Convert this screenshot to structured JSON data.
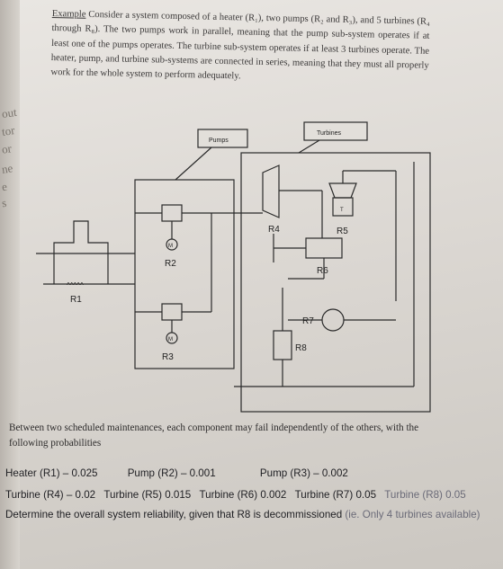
{
  "intro": {
    "example_word": "Example",
    "text": " Consider a system composed of a heater (R₁), two pumps (R₂ and R₃), and 5 turbines (R₄ through R₈). The two pumps work in parallel, meaning that the pump sub-system operates if at least one of the pumps operates. The turbine sub-system operates if at least 3 turbines operate. The heater, pump, and turbine sub-systems are connected in series, meaning that they must all properly work for the whole system to perform adequately."
  },
  "diagram": {
    "pumps_box": "Pumps",
    "turbines_box": "Turbines",
    "labels": {
      "r1": "R1",
      "r2": "R2",
      "r3": "R3",
      "r4": "R4",
      "r5": "R5",
      "r6": "R6",
      "r7": "R7",
      "r8": "R8",
      "motor": "M",
      "heater_coil": "^^^^^",
      "turbine_t": "T"
    }
  },
  "between": "Between two scheduled maintenances, each component may fail independently of the others, with the following probabilities",
  "probabilities": {
    "line1": [
      "Heater (R1) – 0.025",
      "Pump (R2) – 0.001",
      "Pump (R3) – 0.002"
    ],
    "line2": [
      "Turbine (R4) – 0.02",
      "Turbine (R5) 0.015",
      "Turbine (R6) 0.002",
      "Turbine (R7) 0.05",
      "Turbine (R8) 0.05"
    ]
  },
  "question": {
    "main": "Determine the overall system reliability, given that R8 is decommissioned",
    "note": " (ie. Only 4 turbines available)"
  },
  "margin_chars": [
    "out",
    "tor",
    "or",
    "ne",
    "e",
    "s"
  ]
}
